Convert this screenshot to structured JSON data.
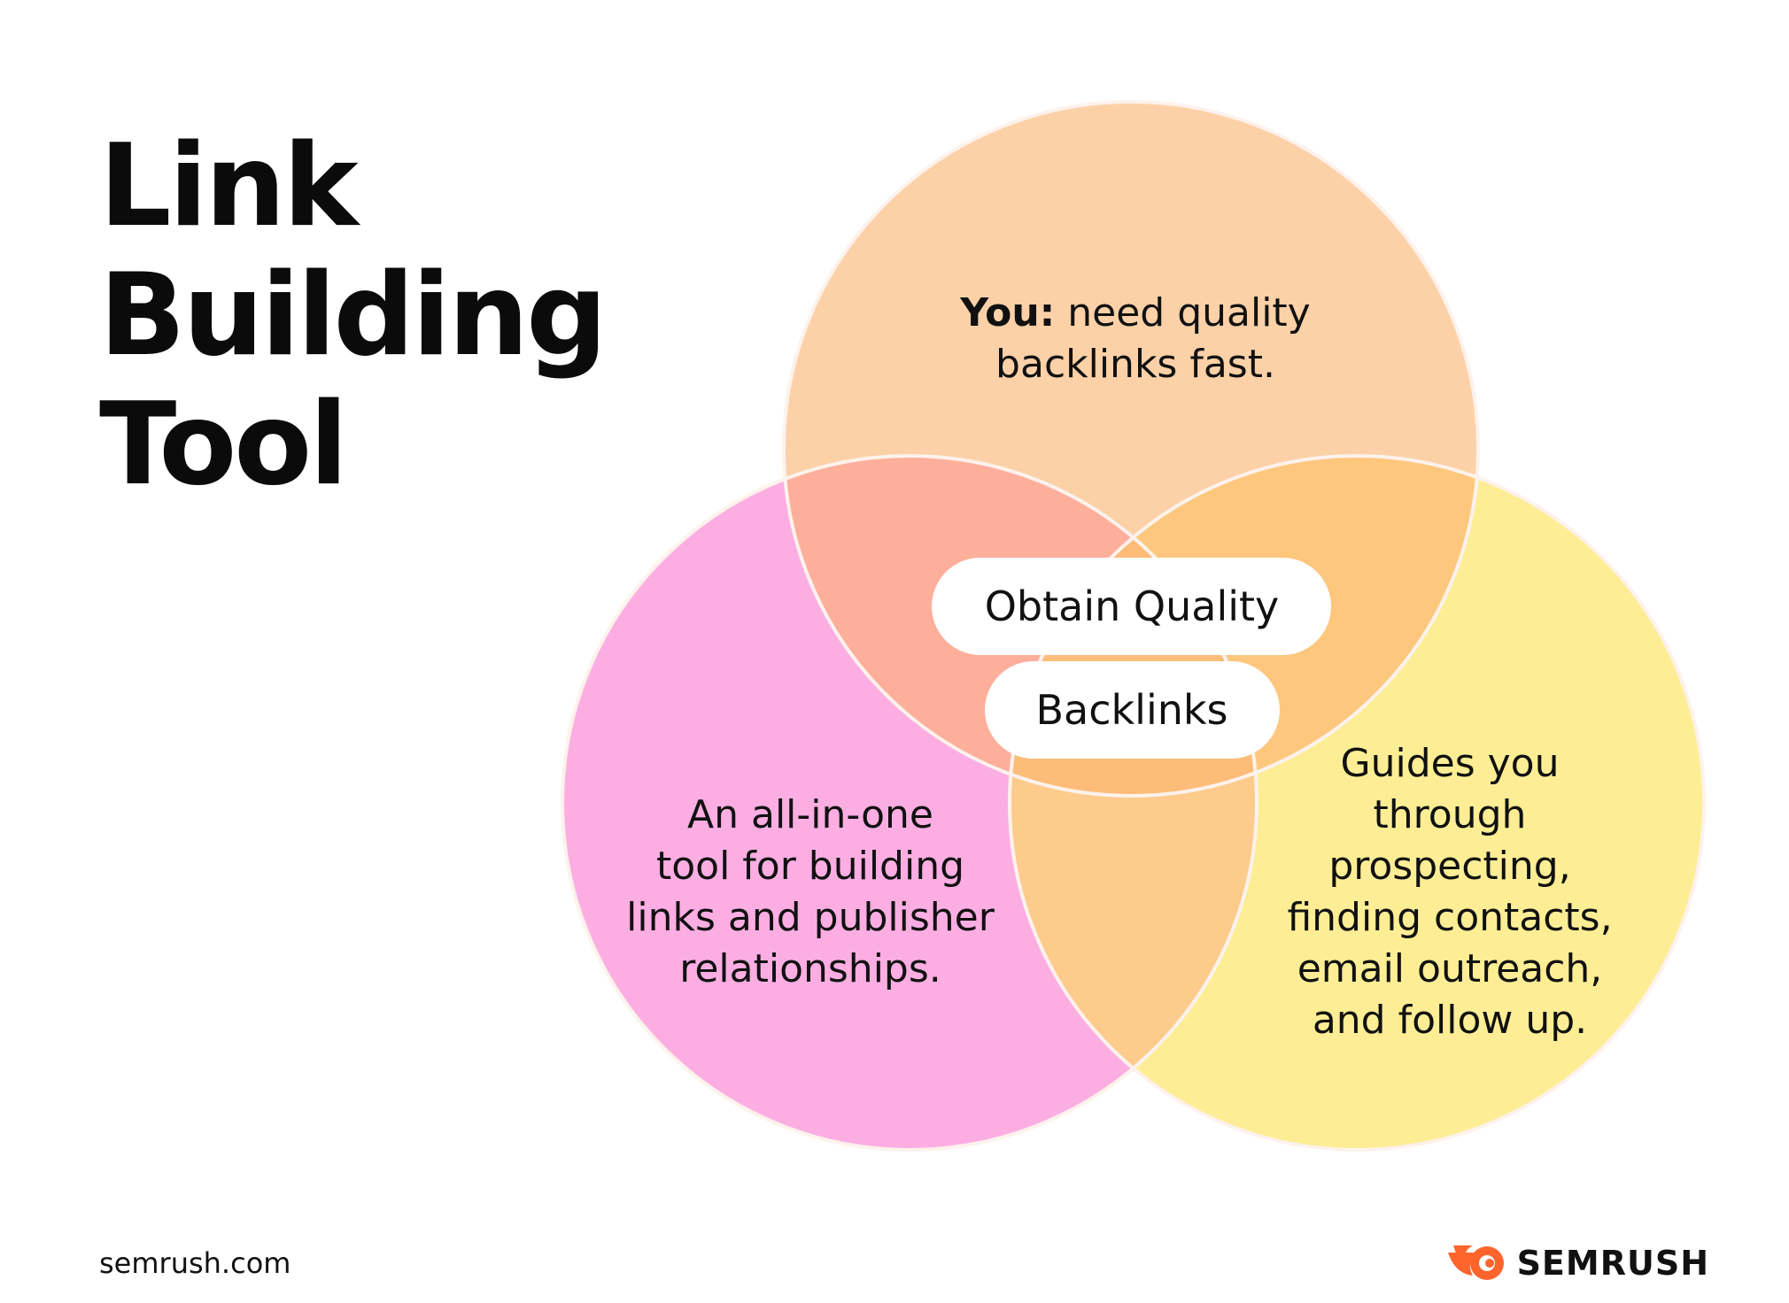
{
  "title": {
    "line1": "Link",
    "line2": "Building",
    "line3": "Tool"
  },
  "colors": {
    "top_circle": "#fdd1a8",
    "left_circle": "#fcaee3",
    "right_circle": "#fdee95",
    "overlap_top_left": "#fdaf9b",
    "overlap_top_right": "#fdc77d",
    "overlap_left_right": "#fdcb8c",
    "center": "#fdbc78",
    "outline": "#fdf2ec"
  },
  "venn": {
    "top": {
      "bold_prefix": "You:",
      "line1_rest": " need quality",
      "line2": "backlinks fast."
    },
    "left": {
      "line1": "An all-in-one",
      "line2": "tool for building",
      "line3": "links and publisher",
      "line4": "relationships."
    },
    "right": {
      "line1": "Guides you",
      "line2": "through",
      "line3": "prospecting,",
      "line4": "finding contacts,",
      "line5": "email outreach,",
      "line6": "and follow up."
    },
    "center": {
      "pill1": "Obtain Quality",
      "pill2": "Backlinks"
    }
  },
  "footer": {
    "url": "semrush.com",
    "brand": "SEMRUSH",
    "brand_icon": "semrush-flame-icon"
  }
}
